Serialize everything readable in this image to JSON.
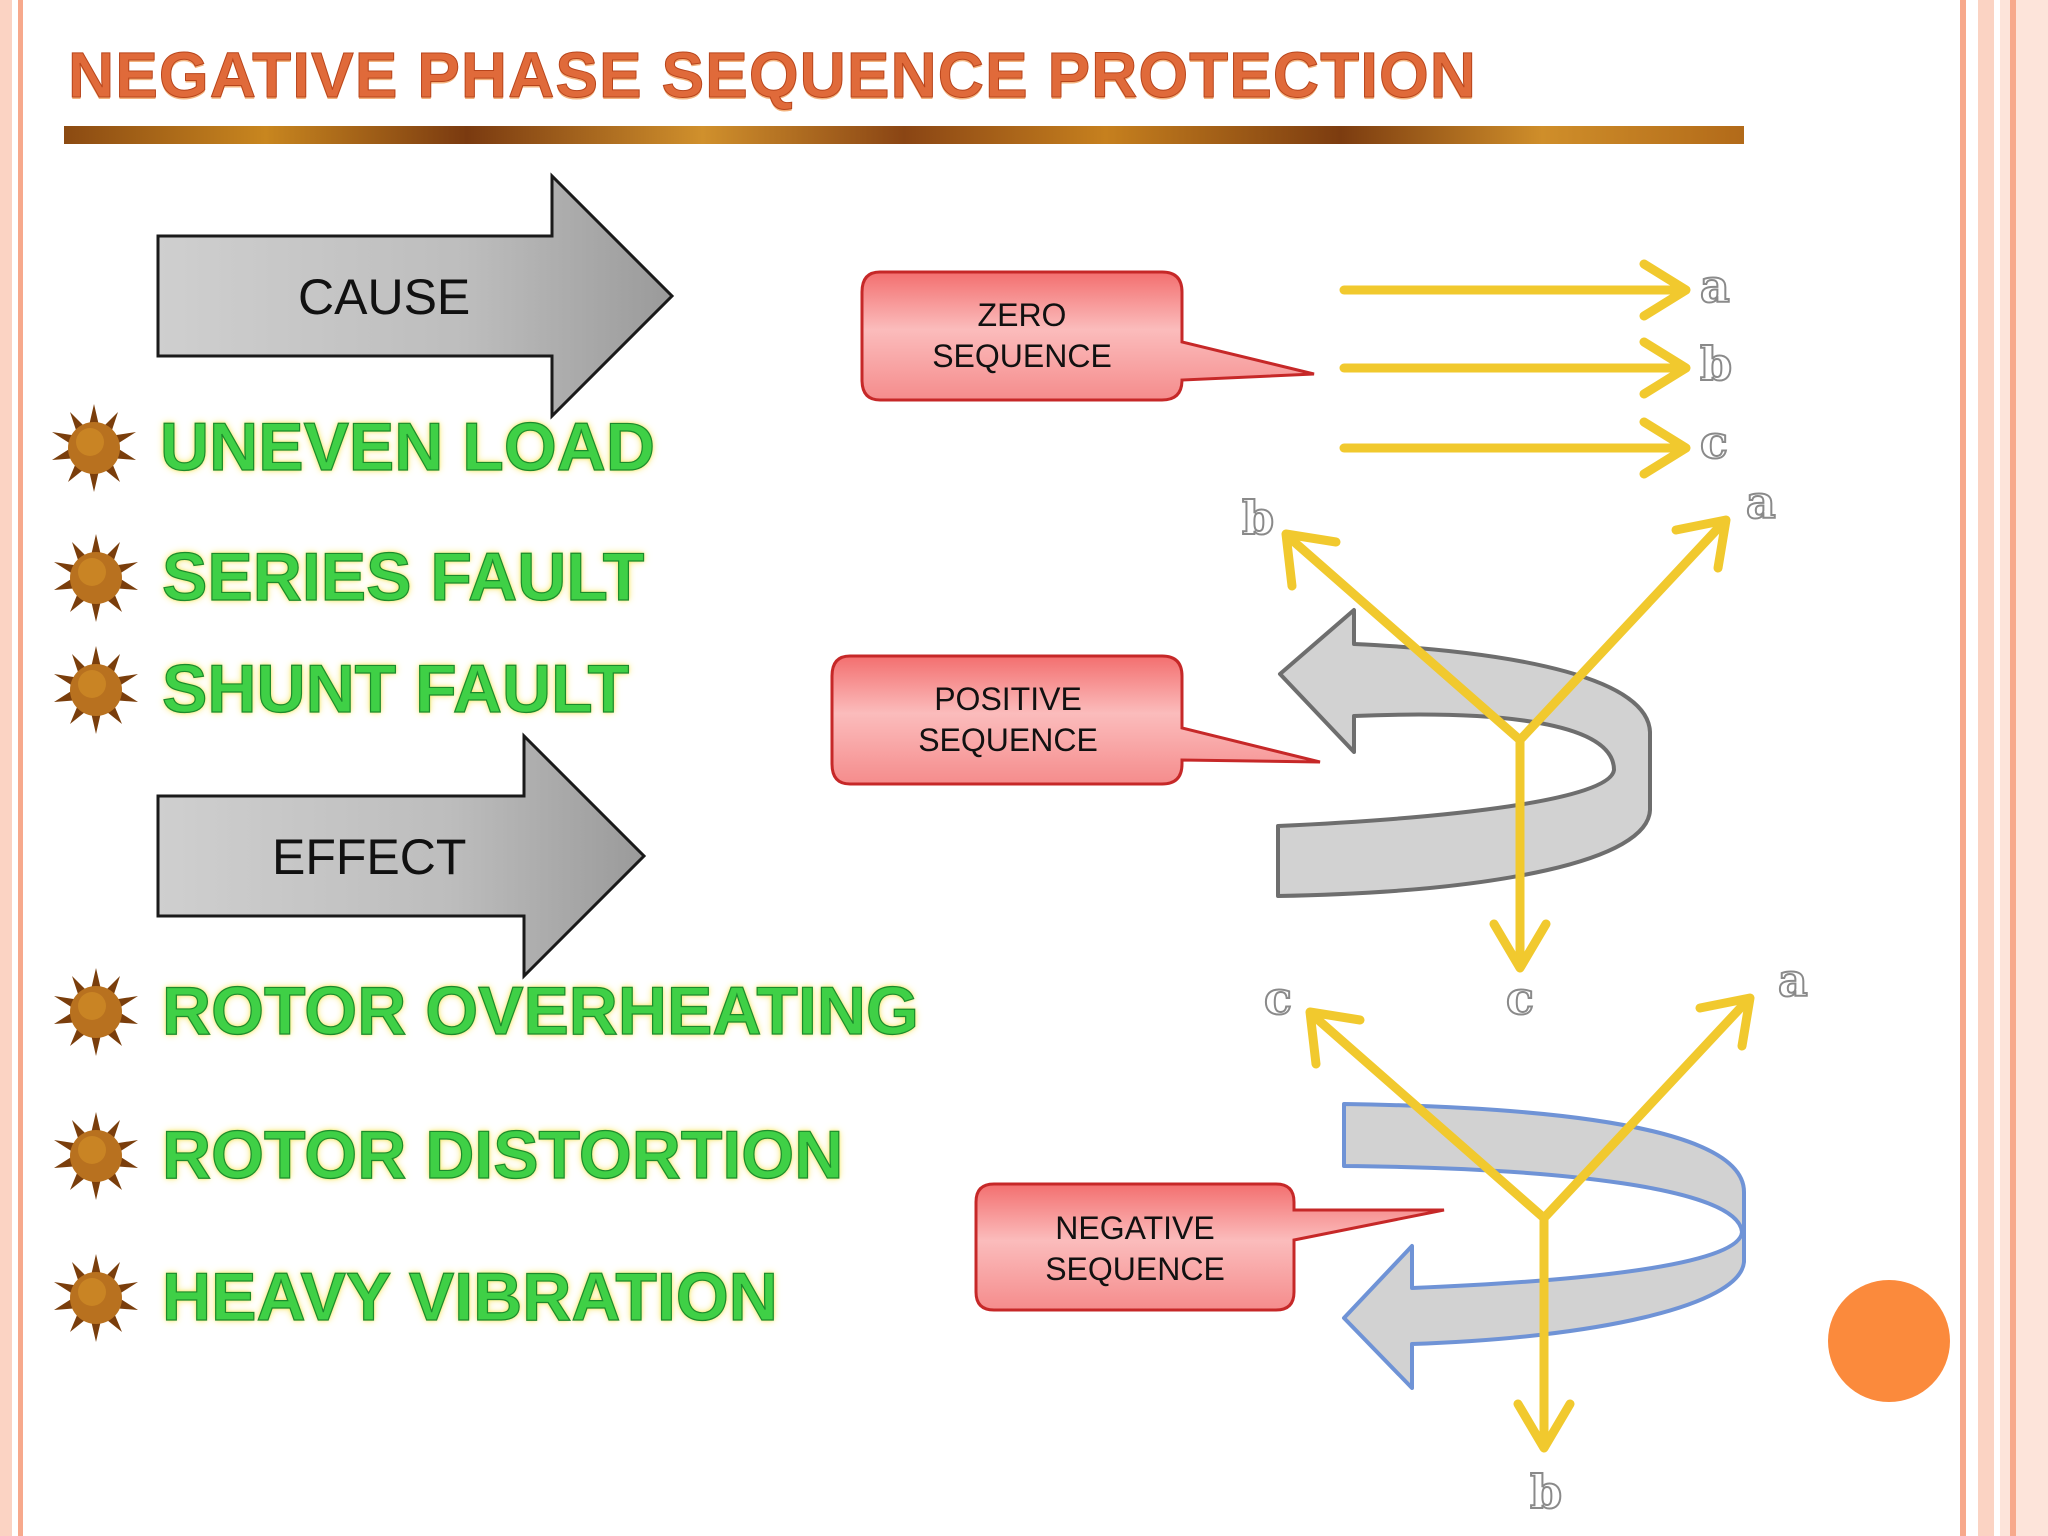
{
  "title": "NEGATIVE PHASE SEQUENCE PROTECTION",
  "cause": {
    "label": "CAUSE",
    "items": [
      "UNEVEN LOAD",
      "SERIES FAULT",
      "SHUNT FAULT"
    ]
  },
  "effect": {
    "label": "EFFECT",
    "items": [
      "ROTOR OVERHEATING",
      "ROTOR DISTORTION",
      "HEAVY VIBRATION"
    ]
  },
  "callouts": {
    "zero": [
      "ZERO",
      "SEQUENCE"
    ],
    "positive": [
      "POSITIVE",
      "SEQUENCE"
    ],
    "negative": [
      "NEGATIVE",
      "SEQUENCE"
    ]
  },
  "phasors": {
    "zero": [
      "a",
      "b",
      "c"
    ],
    "positive": {
      "left": "b",
      "right": "a",
      "down": "c"
    },
    "negative": {
      "left": "c",
      "right": "a",
      "down": "b"
    }
  },
  "colors": {
    "title": "#e06a3a",
    "bullet_text": "#3fd046",
    "phasor": "#f1c92e",
    "callout_fill": "#f58c8c",
    "accent_dot": "#fb8a3c",
    "positive_rotation": "#6e6e6e",
    "negative_rotation": "#6f93d6"
  },
  "icons": {
    "bullet": "sun-burst-icon"
  }
}
